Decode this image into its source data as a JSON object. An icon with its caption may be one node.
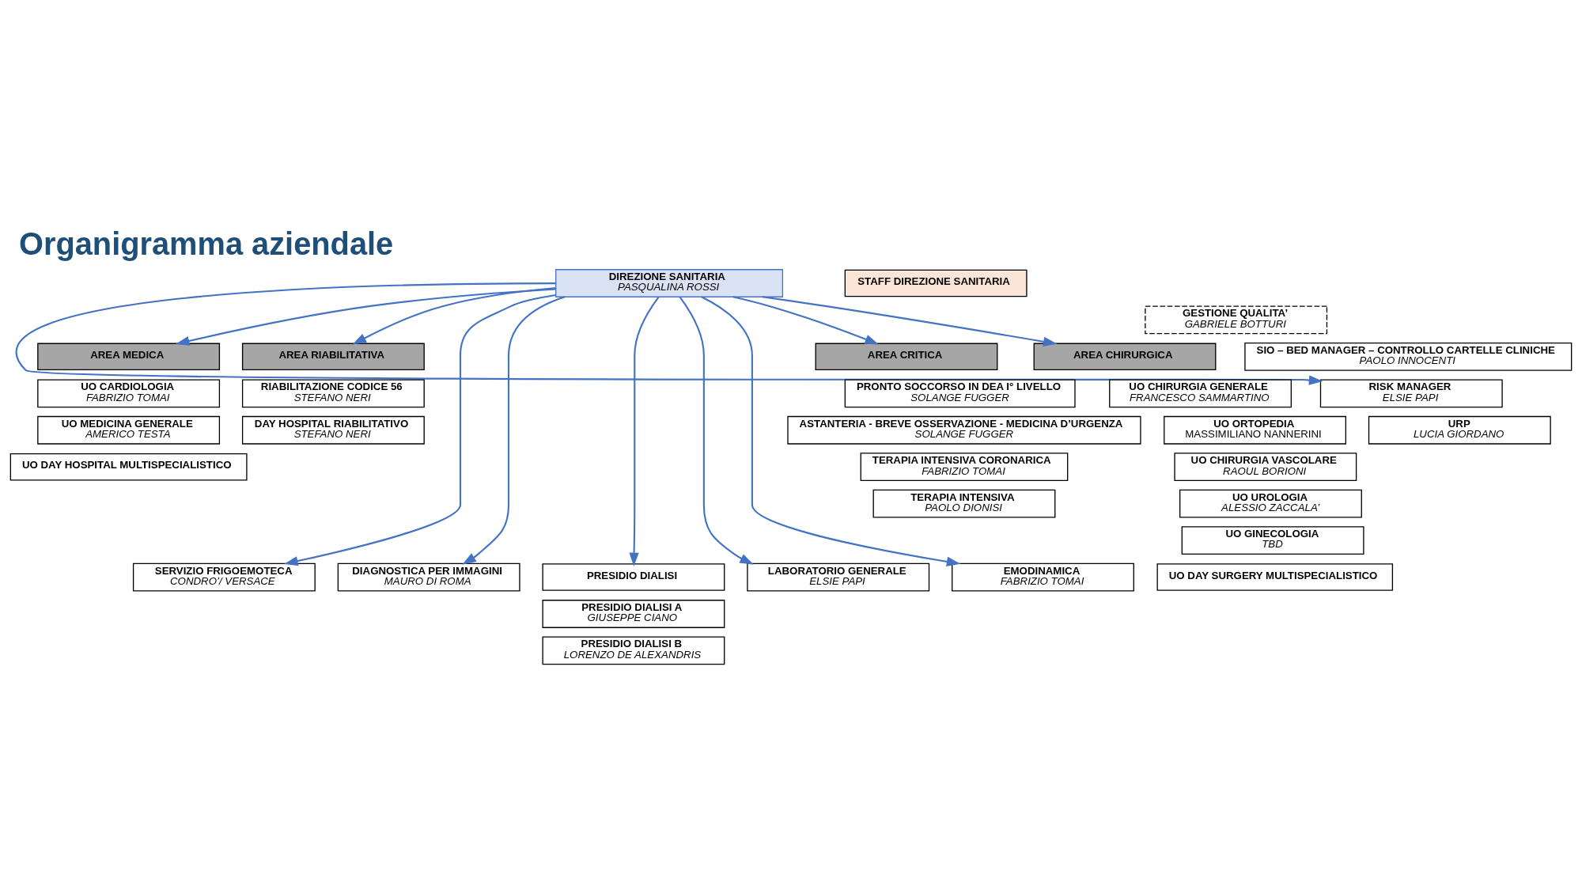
{
  "diagram": {
    "title": "Organigramma aziendale",
    "nodes": [
      {
        "text": [
          "DIREZIONE SANITARIA",
          "PASQUALINA ROSSI"
        ]
      },
      {
        "text": [
          "STAFF DIREZIONE SANITARIA"
        ]
      },
      {
        "text": [
          "GESTIONE QUALITA’",
          "GABRIELE BOTTURI"
        ]
      },
      {
        "text": [
          "SIO – BED MANAGER – CONTROLLO CARTELLE CLINICHE",
          "PAOLO INNOCENTI"
        ]
      },
      {
        "text": [
          "RISK MANAGER",
          "ELSIE PAPI"
        ]
      },
      {
        "text": [
          "URP",
          "LUCIA GIORDANO"
        ]
      },
      {
        "text": [
          "AREA CRITICA"
        ]
      },
      {
        "text": [
          "PRONTO SOCCORSO IN DEA I° LIVELLO",
          "SOLANGE FUGGER"
        ]
      },
      {
        "text": [
          "ASTANTERIA - BREVE OSSERVAZIONE - MEDICINA D’URGENZA",
          "SOLANGE FUGGER"
        ]
      },
      {
        "text": [
          "TERAPIA INTENSIVA CORONARICA",
          "FABRIZIO TOMAI"
        ]
      },
      {
        "text": [
          "TERAPIA INTENSIVA",
          "PAOLO DIONISI"
        ]
      },
      {
        "text": [
          "AREA CHIRURGICA"
        ]
      },
      {
        "text": [
          "UO CHIRURGIA GENERALE",
          "FRANCESCO SAMMARTINO"
        ]
      },
      {
        "text": [
          "UO ORTOPEDIA",
          "MASSIMILIANO NANNERINI"
        ]
      },
      {
        "text": [
          "UO CHIRURGIA VASCOLARE",
          "RAOUL BORIONI"
        ]
      },
      {
        "text": [
          "UO UROLOGIA",
          "ALESSIO ZACCALA’"
        ]
      },
      {
        "text": [
          "UO GINECOLOGIA",
          "TBD"
        ]
      },
      {
        "text": [
          "UO DAY SURGERY MULTISPECIALISTICO"
        ]
      },
      {
        "text": [
          "AREA MEDICA"
        ]
      },
      {
        "text": [
          "UO CARDIOLOGIA",
          "FABRIZIO TOMAI"
        ]
      },
      {
        "text": [
          "UO MEDICINA GENERALE",
          "AMERICO TESTA"
        ]
      },
      {
        "text": [
          "UO DAY HOSPITAL MULTISPECIALISTICO"
        ]
      },
      {
        "text": [
          "AREA RIABILITATIVA"
        ]
      },
      {
        "text": [
          "RIABILITAZIONE CODICE 56",
          "STEFANO NERI"
        ]
      },
      {
        "text": [
          "DAY HOSPITAL RIABILITATIVO",
          "STEFANO NERI"
        ]
      },
      {
        "text": [
          "SERVIZIO FRIGOEMOTECA",
          "CONDRO’/ VERSACE"
        ]
      },
      {
        "text": [
          "DIAGNOSTICA PER IMMAGINI",
          "MAURO DI ROMA"
        ]
      },
      {
        "text": [
          "PRESIDIO DIALISI"
        ]
      },
      {
        "text": [
          "PRESIDIO DIALISI A",
          "GIUSEPPE CIANO"
        ]
      },
      {
        "text": [
          "PRESIDIO DIALISI B",
          "LORENZO DE ALEXANDRIS"
        ]
      },
      {
        "text": [
          "LABORATORIO GENERALE",
          "ELSIE PAPI"
        ]
      },
      {
        "text": [
          "EMODINAMICA",
          "FABRIZIO TOMAI"
        ]
      }
    ],
    "edges": [
      {
        "from": 0,
        "to": 4,
        "arrow": "to"
      },
      {
        "from": 0,
        "to": 6,
        "arrow": "to"
      },
      {
        "from": 0,
        "to": 11,
        "arrow": "to"
      },
      {
        "from": 0,
        "to": 18,
        "arrow": "to"
      },
      {
        "from": 0,
        "to": 22,
        "arrow": "to"
      },
      {
        "from": 0,
        "to": 25,
        "arrow": "to"
      },
      {
        "from": 0,
        "to": 26,
        "arrow": "to"
      },
      {
        "from": 0,
        "to": 27,
        "arrow": "to"
      },
      {
        "from": 0,
        "to": 30,
        "arrow": "to"
      },
      {
        "from": 0,
        "to": 31,
        "arrow": "to"
      }
    ]
  }
}
